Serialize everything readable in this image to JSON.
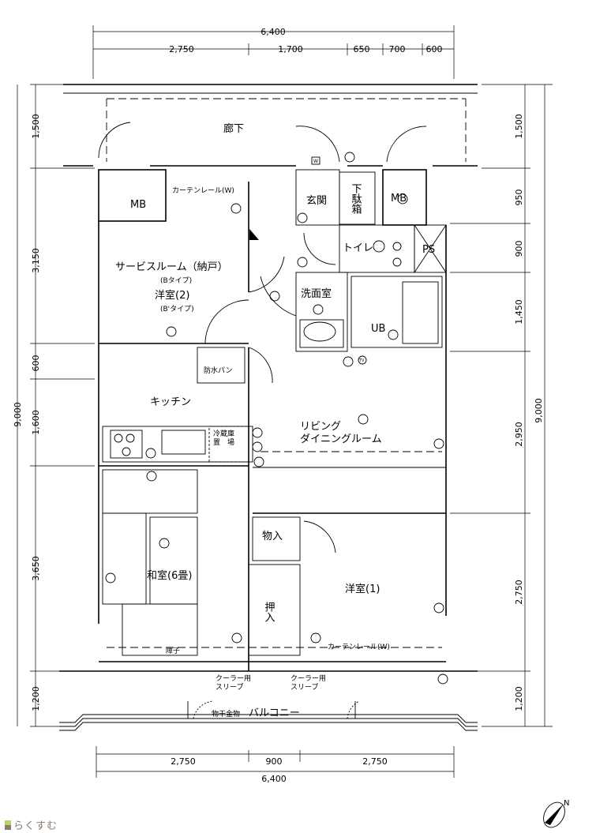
{
  "dimensions": {
    "top_total": "6,400",
    "top_segments": [
      "2,750",
      "1,700",
      "650",
      "700",
      "600"
    ],
    "bottom_segments": [
      "2,750",
      "900",
      "2,750"
    ],
    "bottom_total": "6,400",
    "left_segments": [
      "1,500",
      "3,150",
      "600",
      "1,600",
      "3,650",
      "1,200"
    ],
    "left_total": "9,000",
    "right_segments": [
      "1,500",
      "950",
      "900",
      "1,450",
      "2,950",
      "2,750",
      "1,200"
    ],
    "right_total": "9,000"
  },
  "rooms": {
    "corridor": "廊下",
    "mb_left": "MB",
    "mb_right": "MB",
    "entrance": "玄関",
    "shoe_box": "下駄箱",
    "toilet": "トイレ",
    "ps": "PS",
    "washroom": "洗面室",
    "bath": "UB",
    "service_room": "サービスルーム（納戸）",
    "b_type": "(Bタイプ)",
    "western_room_2": "洋室(2)",
    "b2_type": "(B'タイプ)",
    "waterproof_pan": "防水パン",
    "kitchen": "キッチン",
    "fridge_1": "冷蔵庫",
    "fridge_2": "置　場",
    "living_1": "リビング",
    "living_2": "ダイニングルーム",
    "storage": "物入",
    "closet": "押入",
    "japanese_room": "和室(6畳)",
    "western_room_1": "洋室(1)",
    "shoji": "障子",
    "curtain_rail_top": "カーテンレール(W)",
    "curtain_rail_bottom": "カーテンレール(W)",
    "cooler_sleeve_1a": "クーラー用",
    "cooler_sleeve_1b": "スリーブ",
    "cooler_sleeve_2a": "クーラー用",
    "cooler_sleeve_2b": "スリーブ",
    "laundry_hardware": "物干金物",
    "balcony": "バルコニー",
    "w_mark": "W",
    "tv_mark": "TV"
  },
  "compass": {
    "label": "N"
  },
  "logo": {
    "text": "らくすむ"
  }
}
